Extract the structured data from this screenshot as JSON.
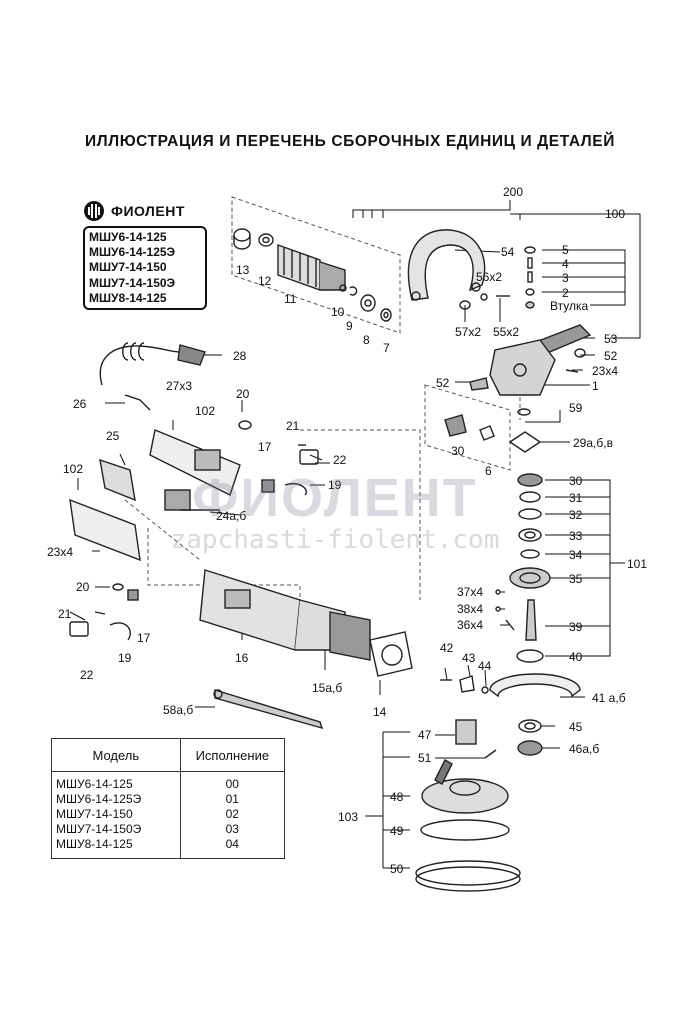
{
  "title": "ИЛЛЮСТРАЦИЯ И ПЕРЕЧЕНЬ СБОРОЧНЫХ ЕДИНИЦ И ДЕТАЛЕЙ",
  "brand": "ФИОЛЕНТ",
  "models_box": [
    "МШУ6-14-125",
    "МШУ6-14-125Э",
    "МШУ7-14-150",
    "МШУ7-14-150Э",
    "МШУ8-14-125"
  ],
  "watermark": {
    "line1": "ФИОЛЕНТ",
    "line2": "zapchasti-fiolent.com"
  },
  "table": {
    "headers": [
      "Модель",
      "Исполнение"
    ],
    "rows": [
      [
        "МШУ6-14-125",
        "00"
      ],
      [
        "МШУ6-14-125Э",
        "01"
      ],
      [
        "МШУ7-14-150",
        "02"
      ],
      [
        "МШУ7-14-150Э",
        "03"
      ],
      [
        "МШУ8-14-125",
        "04"
      ]
    ]
  },
  "labels": {
    "l200": "200",
    "l100": "100",
    "l54": "54",
    "l5": "5",
    "l4": "4",
    "l3": "3",
    "l2": "2",
    "vtulka": "Втулка",
    "l13": "13",
    "l12": "12",
    "l11": "11",
    "l10": "10",
    "l9": "9",
    "l8": "8",
    "l7": "7",
    "l56": "56х2",
    "l57": "57х2",
    "l55": "55х2",
    "l53": "53",
    "l52a": "52",
    "l23a": "23х4",
    "l52b": "52",
    "l1": "1",
    "l28": "28",
    "l26": "26",
    "l27": "27х3",
    "l20a": "20",
    "l102a": "102",
    "l25": "25",
    "l21a": "21",
    "l17a": "17",
    "l22a": "22",
    "l19a": "19",
    "l24": "24а,б",
    "l102b": "102",
    "l23b": "23х4",
    "l20b": "20",
    "l21b": "21",
    "l17b": "17",
    "l19b": "19",
    "l22b": "22",
    "l16": "16",
    "l15": "15а,б",
    "l14": "14",
    "l58": "58а,б",
    "l59": "59",
    "l29": "29а,б,в",
    "l30a": "30",
    "l6": "6",
    "l30b": "30",
    "l31": "31",
    "l32": "32",
    "l33": "33",
    "l34": "34",
    "l35": "35",
    "l101": "101",
    "l37": "37х4",
    "l38": "38х4",
    "l36": "36х4",
    "l39": "39",
    "l40": "40",
    "l42": "42",
    "l43": "43",
    "l44": "44",
    "l41": "41 а,б",
    "l47": "47",
    "l51": "51",
    "l45": "45",
    "l46": "46а,б",
    "l48": "48",
    "l103": "103",
    "l49": "49",
    "l50": "50"
  },
  "colors": {
    "ink": "#111111",
    "watermark": "#8a8aa0"
  }
}
